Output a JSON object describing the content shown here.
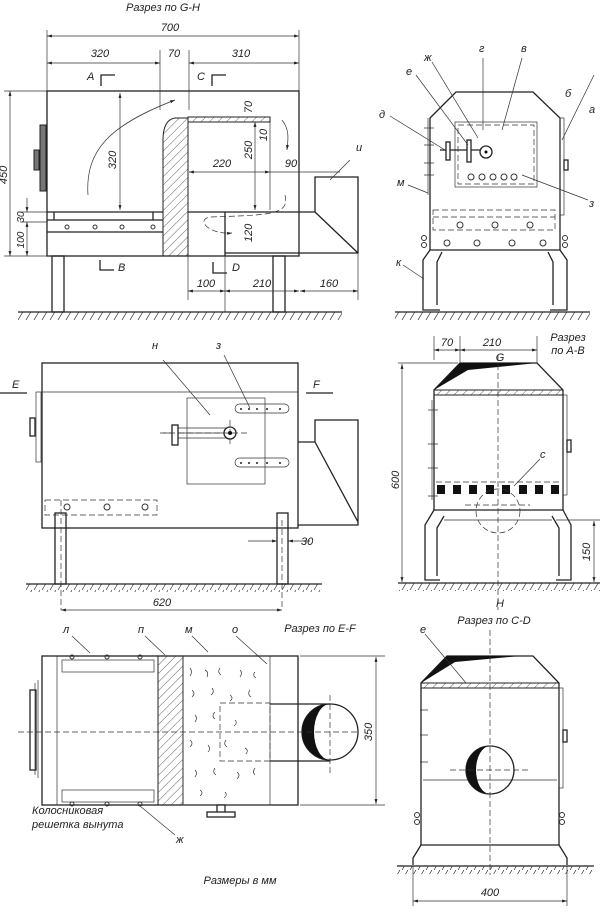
{
  "views": {
    "gh": {
      "title": "Разрез по G-H",
      "dims": {
        "total": "700",
        "left": "320",
        "wall": "70",
        "right": "310",
        "height": "450",
        "inner_h": "320",
        "grate": "30",
        "ash": "100",
        "top_gap": "70",
        "shelf": "10",
        "channel_h": "250",
        "channel_w": "220",
        "gap": "90",
        "bottom_h": "120",
        "b1": "100",
        "b2": "210",
        "flue": "160"
      },
      "marks": {
        "a": "A",
        "b": "B",
        "c": "C",
        "d": "D"
      },
      "labels": {
        "i": "и"
      }
    },
    "front": {
      "labels": {
        "g": "г",
        "v": "в",
        "zh": "ж",
        "b": "б",
        "e": "е",
        "a": "а",
        "d": "д",
        "m": "м",
        "z": "з",
        "k": "к"
      }
    },
    "side": {
      "marks": {
        "e": "E",
        "f": "F"
      },
      "labels": {
        "n": "н",
        "z": "з"
      },
      "dims": {
        "legs": "620",
        "leg_w": "30"
      }
    },
    "ab": {
      "title_1": "Разрез",
      "title_2": "по A-B",
      "dims": {
        "d70": "70",
        "d210": "210",
        "height": "600",
        "base": "150"
      },
      "marks": {
        "g": "G",
        "h": "H"
      },
      "labels": {
        "c": "с"
      }
    },
    "ef": {
      "title": "Разрез по  E-F",
      "labels": {
        "l": "л",
        "p": "п",
        "m": "м",
        "o": "о",
        "zh": "ж"
      },
      "dims": {
        "width": "350"
      },
      "note_1": "Колосниковая",
      "note_2": "решетка вынута"
    },
    "cd": {
      "title": "Разрез по C-D",
      "labels": {
        "e": "е"
      },
      "dims": {
        "width": "400"
      }
    }
  },
  "footer": "Размеры в мм"
}
